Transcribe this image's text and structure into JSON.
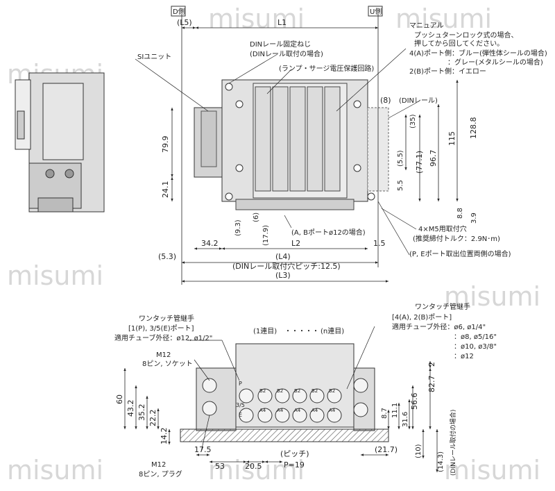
{
  "watermark": "misumi",
  "side_labels": {
    "d_side": "D側",
    "u_side": "U側"
  },
  "top_view": {
    "dims": {
      "l5": "(L5)",
      "l1": "L1",
      "l4": "(L4)",
      "l2": "L2",
      "l3": "(L3)",
      "d_34_2": "34.2",
      "d_1_5": "1.5",
      "d_5_3": "(5.3)",
      "din_pitch": "(DINレール取付穴ピッチ:12.5)",
      "d_79_9": "79.9",
      "d_24_1": "24.1",
      "d_9_3": "(9.3)",
      "d_6": "(6)",
      "d_17_9": "(17.9)",
      "d_8": "(8)",
      "d_35": "(35)",
      "d_5_5a": "(5.5)",
      "d_77_1": "(77.1)",
      "d_96_7": "96.7",
      "d_115": "115",
      "d_128_8": "128.8",
      "d_5_5b": "5.5",
      "d_8_8": "8.8",
      "d_3_9": "3.9"
    },
    "annotations": {
      "si_unit": "SIユニット",
      "din_screw": "DINレール固定ねじ",
      "din_screw_note": "(DINレール取付の場合)",
      "lamp": "(ランプ・サージ電圧保護回路)",
      "manual": "マニュアル",
      "manual_line1": "プッシュターンロック式の場合、",
      "manual_line2": "押してから回してください。",
      "manual_line3": "4(A)ポート側：ブルー(弾性体シールの場合)",
      "manual_line4": "：グレー(メタルシールの場合)",
      "manual_line5": "2(B)ポート側：イエロー",
      "din_rail": "(DINレール)",
      "ab_port": "(A, Bポートø12の場合)",
      "mount_hole": "4×M5用取付穴",
      "torque": "(推奨締付トルク：2.9N･m)",
      "pe_port": "(P, Eポート取出位置両側の場合)"
    }
  },
  "bottom_view": {
    "left_notes": {
      "fitting_title": "ワンタッチ管継手",
      "fitting_ports": "[1(P), 3/5(E)ポート]",
      "fitting_tube": "適用チューブ外径：ø12, ø1/2\"",
      "m12_socket": "M12",
      "socket_pins": "8ピン, ソケット",
      "m12_plug": "M12",
      "plug_pins": "8ピン, プラグ"
    },
    "right_notes": {
      "fitting_title": "ワンタッチ管継手",
      "fitting_ports": "[4(A), 2(B)ポート]",
      "tube_1": "適用チューブ外径：ø6, ø1/4\"",
      "tube_2": "：ø8, ø5/16\"",
      "tube_3": "：ø10, ø3/8\"",
      "tube_4": "：ø12"
    },
    "stations": {
      "first": "(1連目)",
      "dots": "・・・・・",
      "nth": "(n連目)"
    },
    "dims": {
      "d_60": "60",
      "d_43_2": "43.2",
      "d_35_2": "35.2",
      "d_22_2": "22.2",
      "d_14_2": "14.2",
      "d_17_5": "17.5",
      "d_53": "53",
      "d_20_5": "20.5",
      "pitch": "(ピッチ)",
      "p19": "P=19",
      "d_21_7": "(21.7)",
      "d_2": "2",
      "d_82_7": "82.7",
      "d_56_6": "56.6",
      "d_8_7": "8.7",
      "d_11_1": "11.1",
      "d_31_6": "31.6",
      "d_10": "(10)",
      "d_14_3": "(14.3)",
      "din_note": "(DINレール取付の場合)"
    },
    "port_labels": {
      "p": "P",
      "e": "3/5",
      "e2": "E",
      "b2": [
        "B2",
        "B2",
        "B2",
        "B2",
        "B2"
      ],
      "a4": [
        "A4",
        "A4",
        "A4",
        "A4",
        "A4"
      ]
    }
  }
}
